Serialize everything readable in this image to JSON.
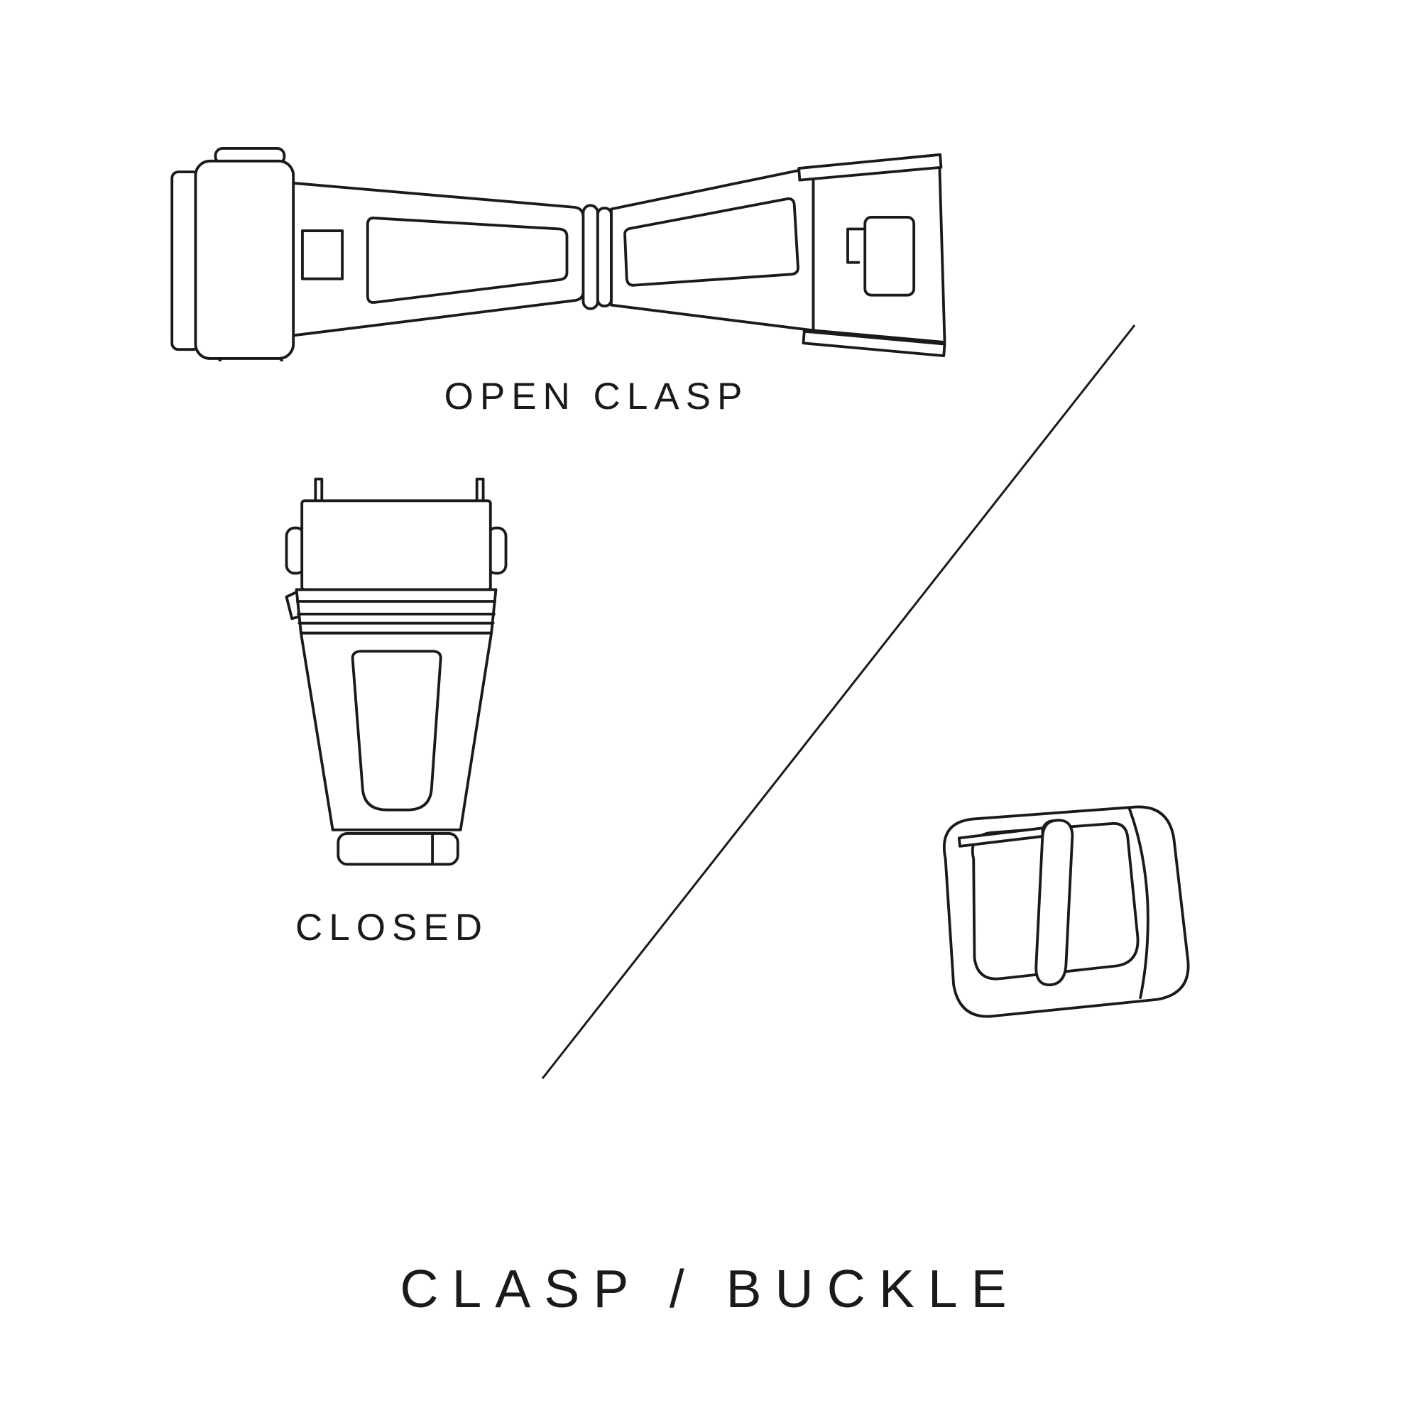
{
  "page": {
    "background_color": "#ffffff",
    "line_color": "#1a1a1a"
  },
  "title": {
    "text": "CLASP / BUCKLE"
  },
  "figures": {
    "open_clasp": {
      "label": "OPEN CLASP",
      "illustration": "open-deployant-clasp-line-art"
    },
    "closed_clasp": {
      "label": "CLOSED",
      "illustration": "closed-deployant-clasp-line-art"
    },
    "buckle": {
      "illustration": "tang-buckle-line-art"
    }
  }
}
